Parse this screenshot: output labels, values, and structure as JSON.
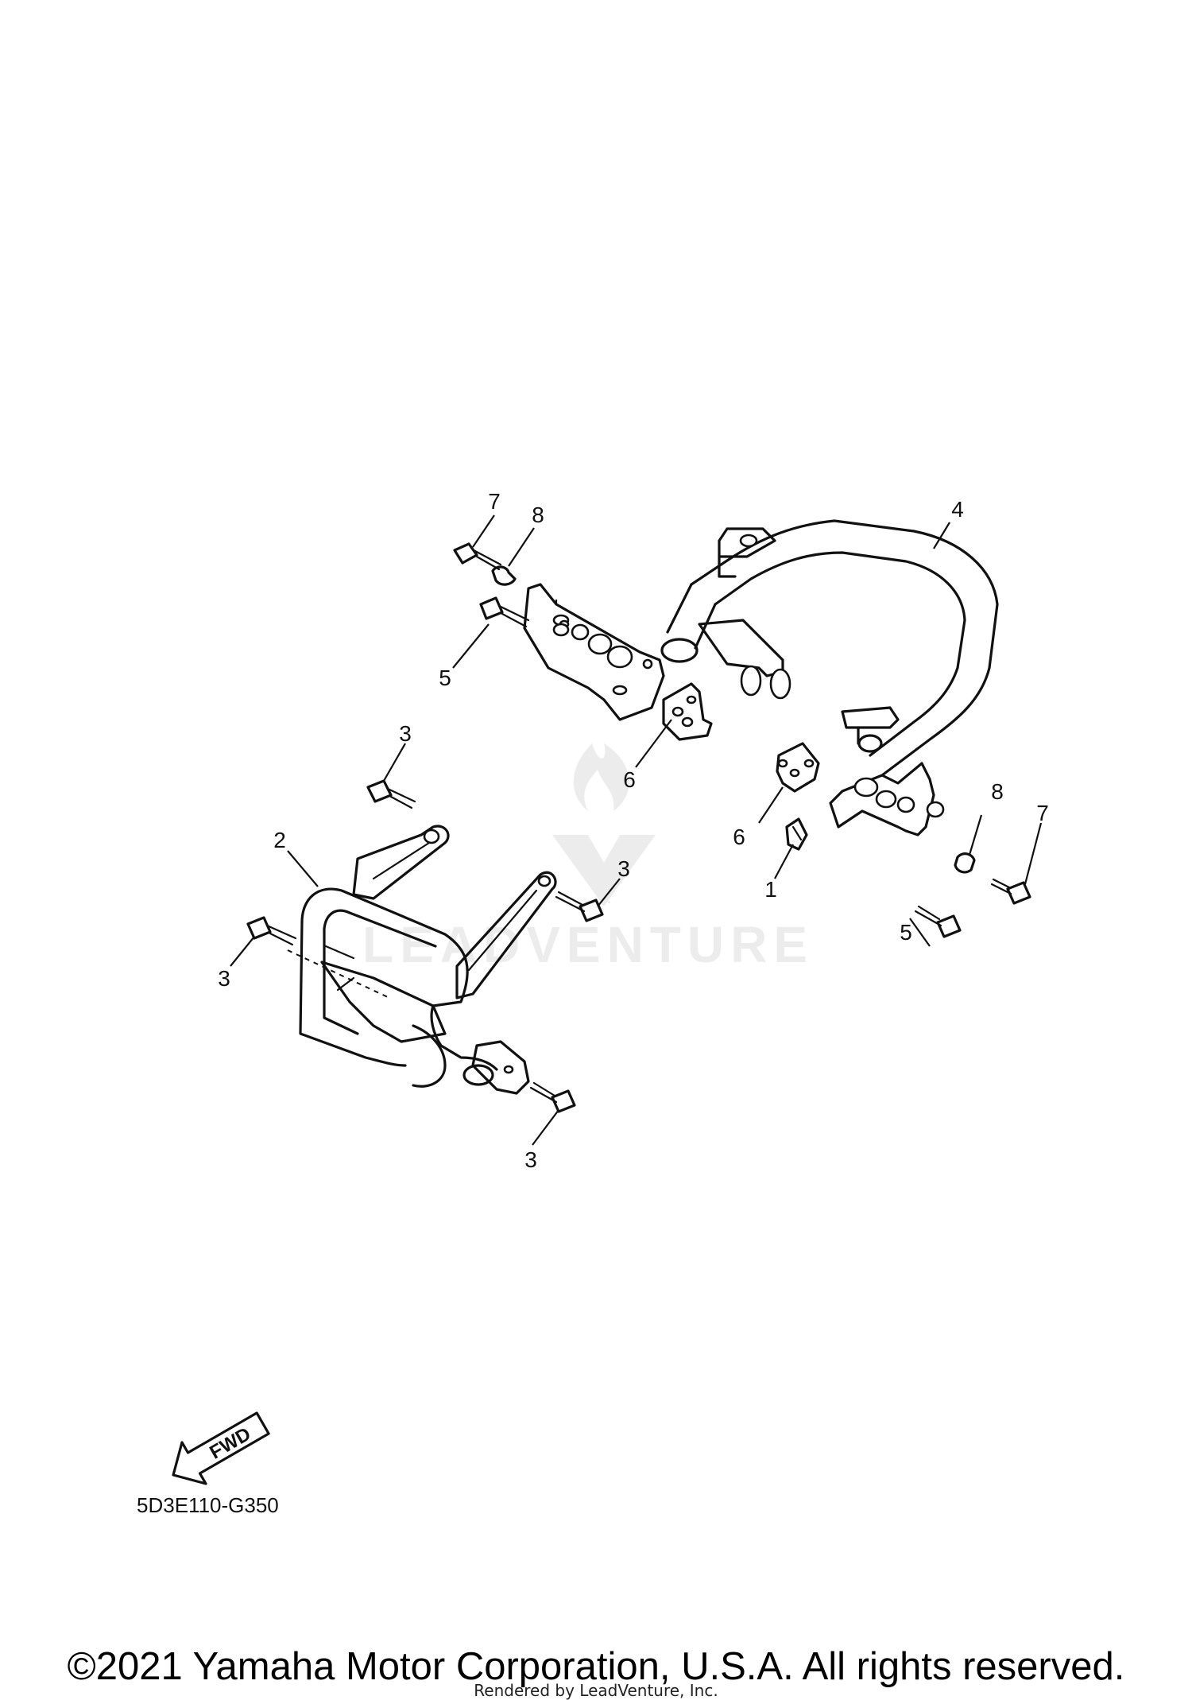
{
  "callouts": [
    {
      "id": "c7a",
      "label": "7"
    },
    {
      "id": "c8a",
      "label": "8"
    },
    {
      "id": "c4",
      "label": "4"
    },
    {
      "id": "c5a",
      "label": "5"
    },
    {
      "id": "c6a",
      "label": "6"
    },
    {
      "id": "c3a",
      "label": "3"
    },
    {
      "id": "c2",
      "label": "2"
    },
    {
      "id": "c3b",
      "label": "3"
    },
    {
      "id": "c3c",
      "label": "3"
    },
    {
      "id": "c3d",
      "label": "3"
    },
    {
      "id": "c6b",
      "label": "6"
    },
    {
      "id": "c8b",
      "label": "8"
    },
    {
      "id": "c7b",
      "label": "7"
    },
    {
      "id": "c1",
      "label": "1"
    },
    {
      "id": "c5b",
      "label": "5"
    }
  ],
  "fwd_label": "FWD",
  "diagram_code": "5D3E110-G350",
  "copyright": "©2021 Yamaha Motor Corporation, U.S.A. All rights reserved.",
  "rendered_by": "Rendered by LeadVenture, Inc.",
  "watermark": "LEADVENTURE"
}
